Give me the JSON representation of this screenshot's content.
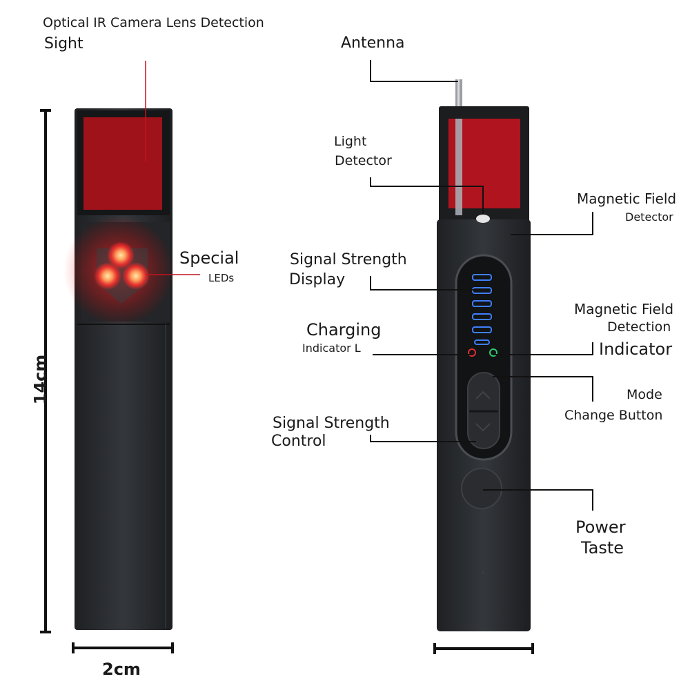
{
  "labels": {
    "camera_lens_detection": "Optical IR Camera Lens Detection",
    "sight": "Sight",
    "special": "Special",
    "leds": "LEDs",
    "height_dim": "14cm",
    "width_dim": "2cm",
    "antenna": "Antenna",
    "light": "Light",
    "detector": "Detector",
    "magnetic_field": "Magnetic Field",
    "magnetic_detector": "Detector",
    "signal_strength": "Signal Strength",
    "display": "Display",
    "magnetic_field_2": "Magnetic Field",
    "detection": "Detection",
    "indicator": "Indicator",
    "charging": "Charging",
    "indicator_l": "Indicator L",
    "mode": "Mode",
    "change_button": "Change Button",
    "signal_strength_2": "Signal Strength",
    "control": "Control",
    "power": "Power",
    "taste": "Taste"
  },
  "colors": {
    "device_body": "#2b2d30",
    "lens_red": "#b0141e",
    "led_glow": "#ff2a2a",
    "signal_blue": "#3f7fff",
    "charging_red": "#e03030",
    "magnetic_green": "#2ecc71"
  },
  "signal_display": {
    "bars": 6
  }
}
